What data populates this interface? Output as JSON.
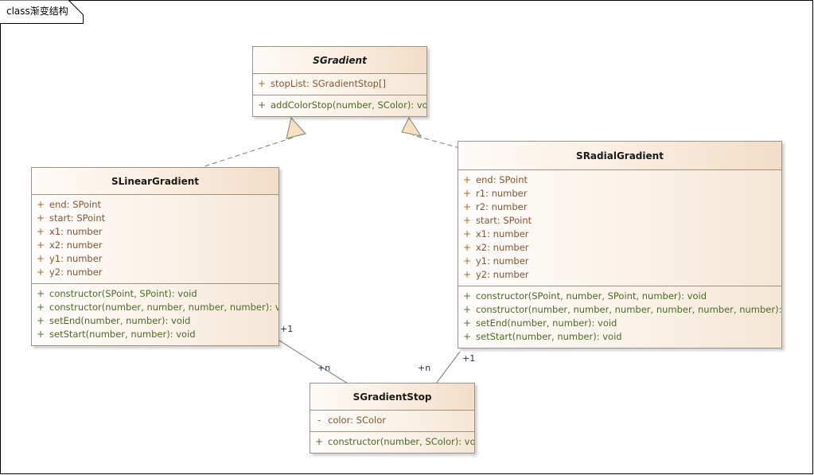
{
  "diagram": {
    "tab_label": "class渐变结构",
    "title": "class渐变结构"
  },
  "palette": {
    "box_fill": "#fdf6ef",
    "box_border": "#9c9384",
    "header_accent": "#f2ddc7",
    "attribute_text": "#8a5330",
    "method_text": "#4a6b28",
    "public_marker": "#b5651d",
    "method_marker": "#3f7a33",
    "label_text": "#1c2b5e",
    "edge_line": "#8a8578",
    "arrow_fill": "#f7e0bf"
  },
  "classes": [
    {
      "id": "sgradient",
      "name": "SGradient",
      "abstract": true,
      "attributes": [
        {
          "visibility": "+",
          "text": "stopList: SGradientStop[]"
        }
      ],
      "methods": [
        {
          "visibility": "+",
          "text": "addColorStop(number, SColor): void"
        }
      ]
    },
    {
      "id": "slineargradient",
      "name": "SLinearGradient",
      "abstract": false,
      "attributes": [
        {
          "visibility": "+",
          "text": "end: SPoint"
        },
        {
          "visibility": "+",
          "text": "start: SPoint"
        },
        {
          "visibility": "+",
          "text": "x1: number"
        },
        {
          "visibility": "+",
          "text": "x2: number"
        },
        {
          "visibility": "+",
          "text": "y1: number"
        },
        {
          "visibility": "+",
          "text": "y2: number"
        }
      ],
      "methods": [
        {
          "visibility": "+",
          "text": "constructor(SPoint, SPoint): void"
        },
        {
          "visibility": "+",
          "text": "constructor(number, number, number, number): void"
        },
        {
          "visibility": "+",
          "text": "setEnd(number, number): void"
        },
        {
          "visibility": "+",
          "text": "setStart(number, number): void"
        }
      ]
    },
    {
      "id": "sradialgradient",
      "name": "SRadialGradient",
      "abstract": false,
      "attributes": [
        {
          "visibility": "+",
          "text": "end: SPoint"
        },
        {
          "visibility": "+",
          "text": "r1: number"
        },
        {
          "visibility": "+",
          "text": "r2: number"
        },
        {
          "visibility": "+",
          "text": "start: SPoint"
        },
        {
          "visibility": "+",
          "text": "x1: number"
        },
        {
          "visibility": "+",
          "text": "x2: number"
        },
        {
          "visibility": "+",
          "text": "y1: number"
        },
        {
          "visibility": "+",
          "text": "y2: number"
        }
      ],
      "methods": [
        {
          "visibility": "+",
          "text": "constructor(SPoint, number, SPoint, number): void"
        },
        {
          "visibility": "+",
          "text": "constructor(number, number, number, number, number, number): void"
        },
        {
          "visibility": "+",
          "text": "setEnd(number, number): void"
        },
        {
          "visibility": "+",
          "text": "setStart(number, number): void"
        }
      ]
    },
    {
      "id": "sgradientstop",
      "name": "SGradientStop",
      "abstract": false,
      "attributes": [
        {
          "visibility": "-",
          "text": "color: SColor"
        }
      ],
      "methods": [
        {
          "visibility": "+",
          "text": "constructor(number, SColor): void"
        }
      ]
    }
  ],
  "relationships": [
    {
      "id": "rel-linear-realizes-gradient",
      "kind": "realization",
      "from": "SLinearGradient",
      "to": "SGradient",
      "source_label": "",
      "target_label": ""
    },
    {
      "id": "rel-radial-realizes-gradient",
      "kind": "realization",
      "from": "SRadialGradient",
      "to": "SGradient",
      "source_label": "",
      "target_label": ""
    },
    {
      "id": "rel-linear-stop",
      "kind": "association",
      "from": "SLinearGradient",
      "to": "SGradientStop",
      "source_label": "+1",
      "target_label": "+n"
    },
    {
      "id": "rel-radial-stop",
      "kind": "association",
      "from": "SRadialGradient",
      "to": "SGradientStop",
      "source_label": "+1",
      "target_label": "+n"
    }
  ],
  "labels": {
    "linear_one": "+1",
    "linear_many": "+n",
    "radial_one": "+1",
    "radial_many": "+n"
  }
}
